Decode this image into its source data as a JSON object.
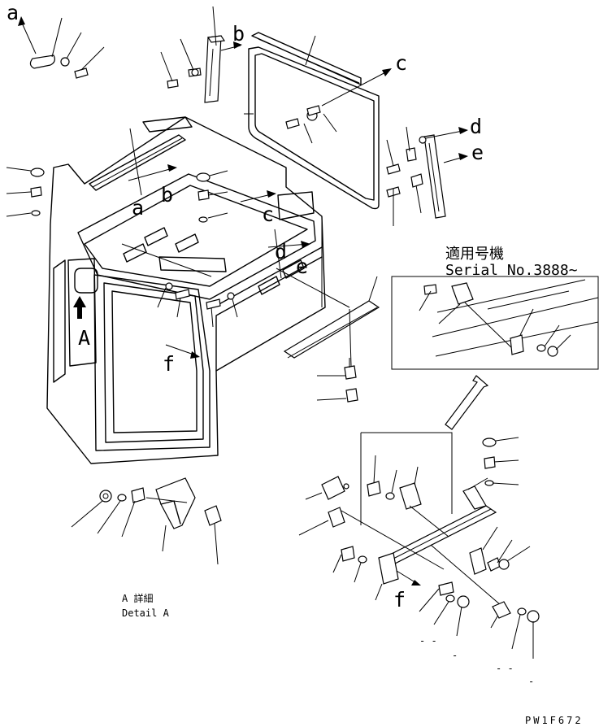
{
  "callouts": {
    "a": "a",
    "b": "b",
    "c": "c",
    "d": "d",
    "e": "e",
    "f": "f"
  },
  "view_label": "A",
  "inset": {
    "title_jp": "適用号機",
    "serial": "Serial No.3888~"
  },
  "detail_label": {
    "jp": "A 詳細",
    "en": "Detail A"
  },
  "drawing_code": "PW1F672",
  "marks": {
    "dash": "- -",
    "dot": "-"
  },
  "colors": {
    "line": "#000000",
    "background": "#ffffff"
  }
}
